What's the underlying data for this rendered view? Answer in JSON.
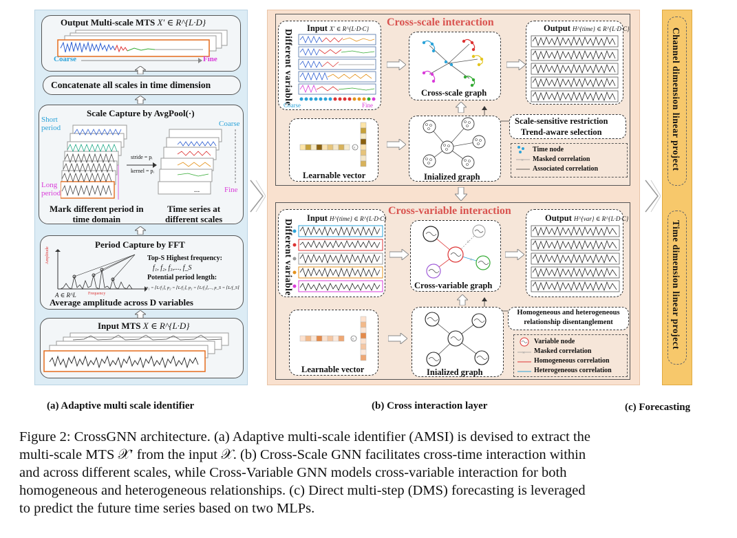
{
  "panel_a": {
    "output_title": "Output Multi-scale MTS",
    "output_sym": "X′ ∈ R^{L·D}",
    "coarse": "Coarse",
    "fine": "Fine",
    "concat": "Concatenate all scales in time dimension",
    "scale_capture": "Scale Capture by AvgPool(·)",
    "short_period_1": "Short",
    "short_period_2": "period",
    "long_period_1": "Long",
    "long_period_2": "period",
    "coarse2": "Coarse",
    "fine2": "Fine",
    "stride": "stride = pᵢ",
    "kernel": "kernel = pᵢ",
    "dots": "...",
    "mark_1": "Mark different period in",
    "mark_2": "time domain",
    "ts_1": "Time series at",
    "ts_2": "different scales",
    "period_capture": "Period Capture by FFT",
    "topS": "Top-S Highest frequency:",
    "freqs": "f₁, f₂, f₃,..., f_S",
    "potential": "Potential period length:",
    "periods": "p₁ = ⌈L/f₁⌉, p₂ = ⌈L/f₂⌉, p₃ = ⌈L/f₃⌉,..., p_S = ⌈L/f_S⌉",
    "amplitude_axis": "Amplitude",
    "freq_axis": "Frequency",
    "a_sym": "A ∈ R^L",
    "avg_amp": "Average amplitude across D variables",
    "input_title": "Input MTS",
    "input_sym": "X ∈ R^{L·D}"
  },
  "panel_b": {
    "cross_scale_title": "Cross-scale interaction",
    "different_variable": "Different variable",
    "input_x": "Input",
    "input_x_sym": "X′ ∈ R^{L·D·C}",
    "coarse": "Coarse",
    "fine": "Fine",
    "cross_scale_graph": "Cross-scale graph",
    "output_h": "Output",
    "output_h_sym": "H^{time} ∈ R^{L·D·C}",
    "scale_sensitive": "Scale-sensitive restriction",
    "trend_aware": "Trend-aware selection",
    "time_node": "Time node",
    "masked": "Masked correlation",
    "associated": "Associated correlation",
    "learnable_vector": "Learnable vector",
    "inialized_graph": "Inialized graph",
    "cross_var_title": "Cross-variable interaction",
    "different_variable2": "Different variable",
    "input_h": "Input",
    "input_h_sym": "H^{time} ∈ R^{L·D·C}",
    "cross_var_graph": "Cross-variable graph",
    "output_h2": "Output",
    "output_h2_sym": "H^{var} ∈ R^{L·D·C}",
    "homo_hetero_1": "Homogeneous and heterogeneous",
    "homo_hetero_2": "relationship disentanglement",
    "variable_node": "Variable node",
    "masked2": "Masked correlation",
    "homogeneous": "Homogeneous correlation",
    "heterogeneous": "Heterogeneous correlation",
    "learnable_vector2": "Learnable vector",
    "inialized_graph2": "Inialized  graph"
  },
  "panel_c": {
    "channel": "Channel dimension linear project",
    "time": "Time dimension linear project"
  },
  "subcaptions": {
    "a": "(a) Adaptive multi scale identifier",
    "b": "(b) Cross interaction layer",
    "c": "(c) Forecasting"
  },
  "caption": [
    "Figure 2: CrossGNN architecture. (a) Adaptive multi-scale identifier (AMSI) is devised to extract the",
    "multi-scale MTS 𝒳′ from the input 𝒳. (b) Cross-Scale GNN facilitates cross-time interaction within",
    "and across different scales, while Cross-Variable GNN models cross-variable interaction for both",
    "homogeneous and heterogeneous relationships. (c) Direct multi-step (DMS) forecasting is leveraged",
    "to predict the future time series based on two MLPs."
  ],
  "colors": {
    "panel_a_bg": "#dcecf5",
    "panel_b_bg": "#f9e1cf",
    "panel_c_bg": "#f7c86b",
    "title_red": "#d9534f",
    "coarse_blue": "#2ba3d9",
    "fine_magenta": "#d93bd9"
  }
}
